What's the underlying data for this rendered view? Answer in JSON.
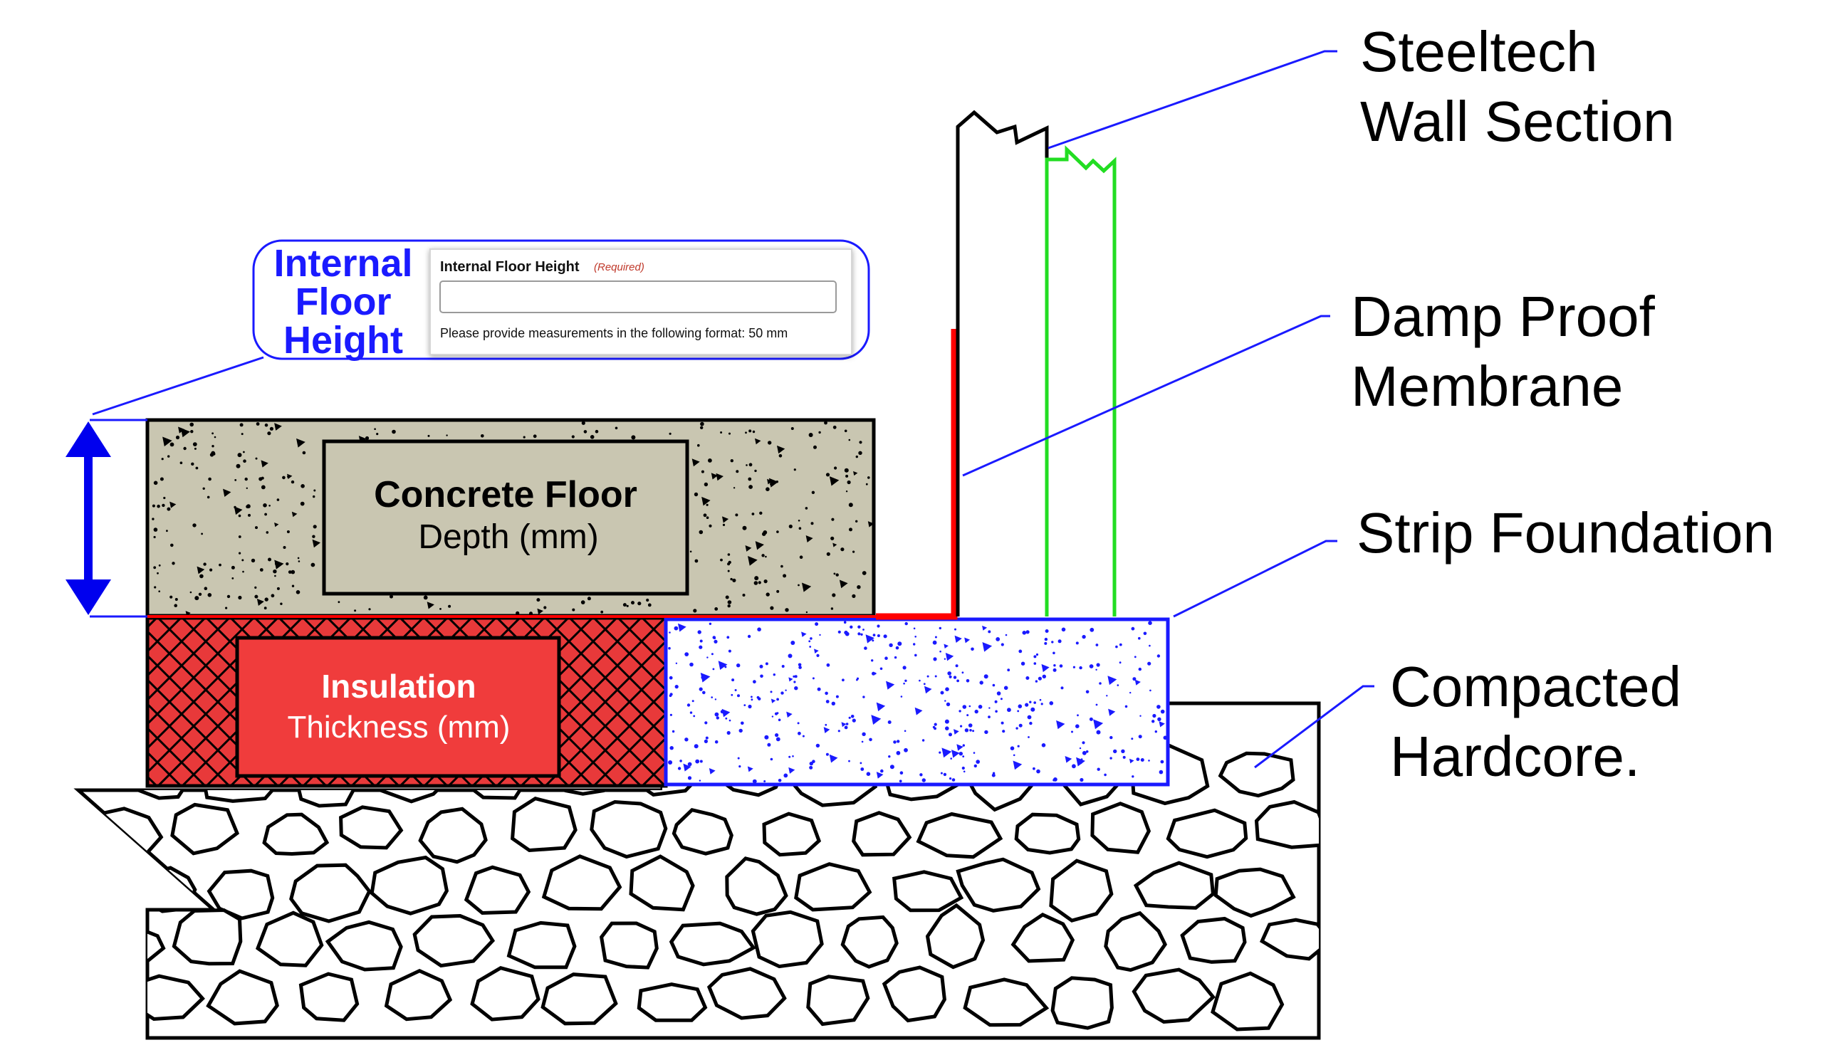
{
  "callouts": {
    "steeltech_line1": "Steeltech",
    "steeltech_line2": "Wall Section",
    "dpm_line1": "Damp Proof",
    "dpm_line2": "Membrane",
    "strip_foundation": "Strip Foundation",
    "hardcore_line1": "Compacted",
    "hardcore_line2": "Hardcore."
  },
  "concrete_box": {
    "title": "Concrete Floor",
    "subtitle": "Depth (mm)"
  },
  "insulation_box": {
    "title": "Insulation",
    "subtitle": "Thickness (mm)"
  },
  "internal_floor_height": {
    "title_line1": "Internal",
    "title_line2": "Floor",
    "title_line3": "Height",
    "form_label": "Internal Floor Height",
    "form_required": "(Required)",
    "input_value": "",
    "help_text": "Please provide measurements in the following format: 50 mm"
  },
  "colors": {
    "callout_line": "#1a1aff",
    "dpm": "#ff0000",
    "wall_inner": "#22dd22",
    "concrete_fill": "#c9c6b1",
    "insulation": "#f03c3c",
    "foundation_border": "#1a1aff",
    "arrow": "#0000ee"
  }
}
